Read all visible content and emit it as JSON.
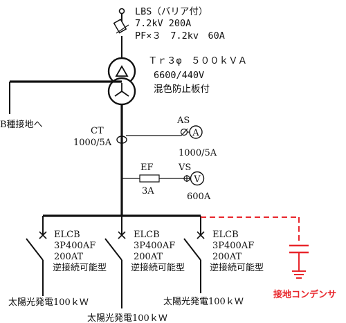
{
  "lbs": {
    "line1": "LBS（バリア付）",
    "line2": "7.2kV 200A",
    "line3": "PF×３　7.2kv　60A"
  },
  "transformer": {
    "line1": "Ｔｒ３φ　５００ｋＶＡ",
    "line2": "6600/440V",
    "line3": "混色防止板付"
  },
  "grounding": {
    "label": "B種接地へ"
  },
  "ct": {
    "name": "CT",
    "rating": "1000/5A"
  },
  "ammeter": {
    "switch_label": "AS",
    "symbol": "A",
    "rating": "1000/5A"
  },
  "voltmeter": {
    "fuse_label": "EF",
    "fuse_rating": "3A",
    "switch_label": "VS",
    "symbol": "V",
    "rating": "600A"
  },
  "breakers": [
    {
      "line1": "ELCB",
      "line2": "3P400AF",
      "line3": "200AT",
      "line4": "逆接続可能型",
      "load": "太陽光発電100ｋＷ"
    },
    {
      "line1": "ELCB",
      "line2": "3P400AF",
      "line3": "200AT",
      "line4": "逆接続可能型",
      "load": "太陽光発電100ｋＷ"
    },
    {
      "line1": "ELCB",
      "line2": "3P400AF",
      "line3": "200AT",
      "line4": "逆接続可能型",
      "load": "太陽光発電100ｋＷ"
    }
  ],
  "capacitor": {
    "label": "接地コンデンサ",
    "color": "#e8262b"
  }
}
